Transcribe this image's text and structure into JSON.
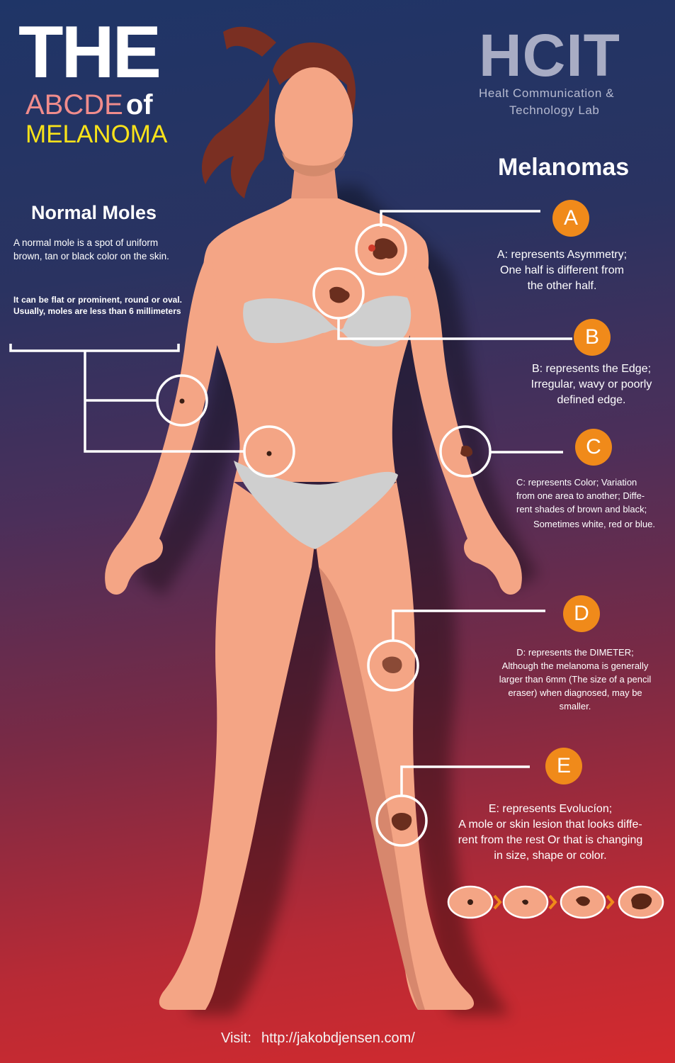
{
  "title": {
    "line1": "THE",
    "line2_abcde": "ABCDE",
    "line2_of": "of",
    "line3": "MELANOMA"
  },
  "logo": {
    "letters": "HCIT",
    "subtitle_line1": "Healt Communication &",
    "subtitle_line2": "Technology Lab"
  },
  "normal_moles": {
    "heading": "Normal Moles",
    "text1": "A normal mole is a spot of uniform brown, tan or black color on the skin.",
    "text2": "It can be flat or prominent, round or oval. Usually, moles are less than 6 millimeters"
  },
  "melanomas": {
    "heading": "Melanomas",
    "a": {
      "letter": "A",
      "line1": "A: represents Asymmetry;",
      "line2": "One half is different from",
      "line3": "the other half."
    },
    "b": {
      "letter": "B",
      "line1": "B: represents the Edge;",
      "line2": "Irregular, wavy or poorly",
      "line3": "defined edge."
    },
    "c": {
      "letter": "C",
      "line1": "C: represents Color; Variation",
      "line2": "from one area to another; Diffe-",
      "line3": "rent shades of brown and black;",
      "line4": "Sometimes white, red or blue."
    },
    "d": {
      "letter": "D",
      "line1": "D: represents the DIMETER;",
      "line2": "Although the melanoma is generally",
      "line3": "larger than 6mm (The size of a pencil",
      "line4": "eraser) when diagnosed, may be",
      "line5": "smaller."
    },
    "e": {
      "letter": "E",
      "line1": "E: represents Evolucíon;",
      "line2": "A mole or skin lesion that looks diffe-",
      "line3": "rent from the rest Or that is changing",
      "line4": "in size, shape or color."
    }
  },
  "footer": {
    "visit_label": "Visit:",
    "url": "http://jakobdjensen.com/"
  },
  "colors": {
    "skin": "#f4a585",
    "skin_shadow": "#c0705a",
    "hair": "#7a2f22",
    "underwear": "#cfcfcf",
    "badge": "#f08a1a",
    "title_yellow": "#f8e21a",
    "title_pink": "#f08c8c",
    "logo": "#a8acc4"
  }
}
